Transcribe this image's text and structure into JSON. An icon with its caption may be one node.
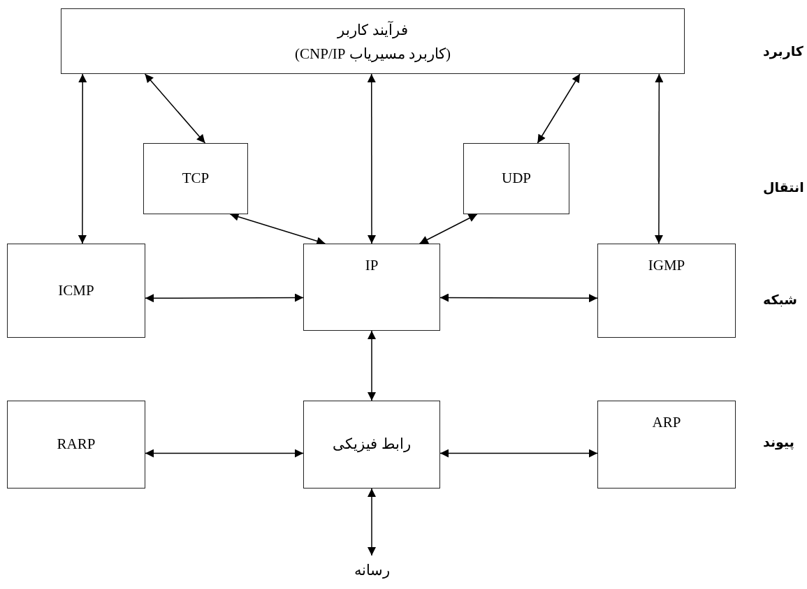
{
  "diagram": {
    "nodes": [
      {
        "text": [
          "فرآیند کاربر",
          "(کاربرد مسیریاب CNP/IP)"
        ]
      },
      {
        "text": [
          "TCP"
        ]
      },
      {
        "text": [
          "UDP"
        ]
      },
      {
        "text": [
          "ICMP"
        ]
      },
      {
        "text": [
          "IP"
        ]
      },
      {
        "text": [
          "IGMP"
        ]
      },
      {
        "text": [
          "RARP"
        ]
      },
      {
        "text": [
          "رابط فیزیکی"
        ]
      },
      {
        "text": [
          "ARP"
        ]
      },
      {
        "text": [
          "رسانه"
        ]
      }
    ],
    "edges": [
      {
        "from": 0,
        "to": 3,
        "arrow": "both"
      },
      {
        "from": 0,
        "to": 1,
        "arrow": "both"
      },
      {
        "from": 0,
        "to": 4,
        "arrow": "both"
      },
      {
        "from": 0,
        "to": 2,
        "arrow": "both"
      },
      {
        "from": 0,
        "to": 5,
        "arrow": "both"
      },
      {
        "from": 1,
        "to": 4,
        "arrow": "both"
      },
      {
        "from": 2,
        "to": 4,
        "arrow": "both"
      },
      {
        "from": 3,
        "to": 4,
        "arrow": "both"
      },
      {
        "from": 4,
        "to": 5,
        "arrow": "both"
      },
      {
        "from": 4,
        "to": 7,
        "arrow": "both"
      },
      {
        "from": 6,
        "to": 7,
        "arrow": "both"
      },
      {
        "from": 7,
        "to": 8,
        "arrow": "both"
      },
      {
        "from": 7,
        "to": 9,
        "arrow": "both"
      }
    ],
    "labels": [
      "کاربرد",
      "انتقال",
      "شبکه",
      "پیوند"
    ]
  }
}
